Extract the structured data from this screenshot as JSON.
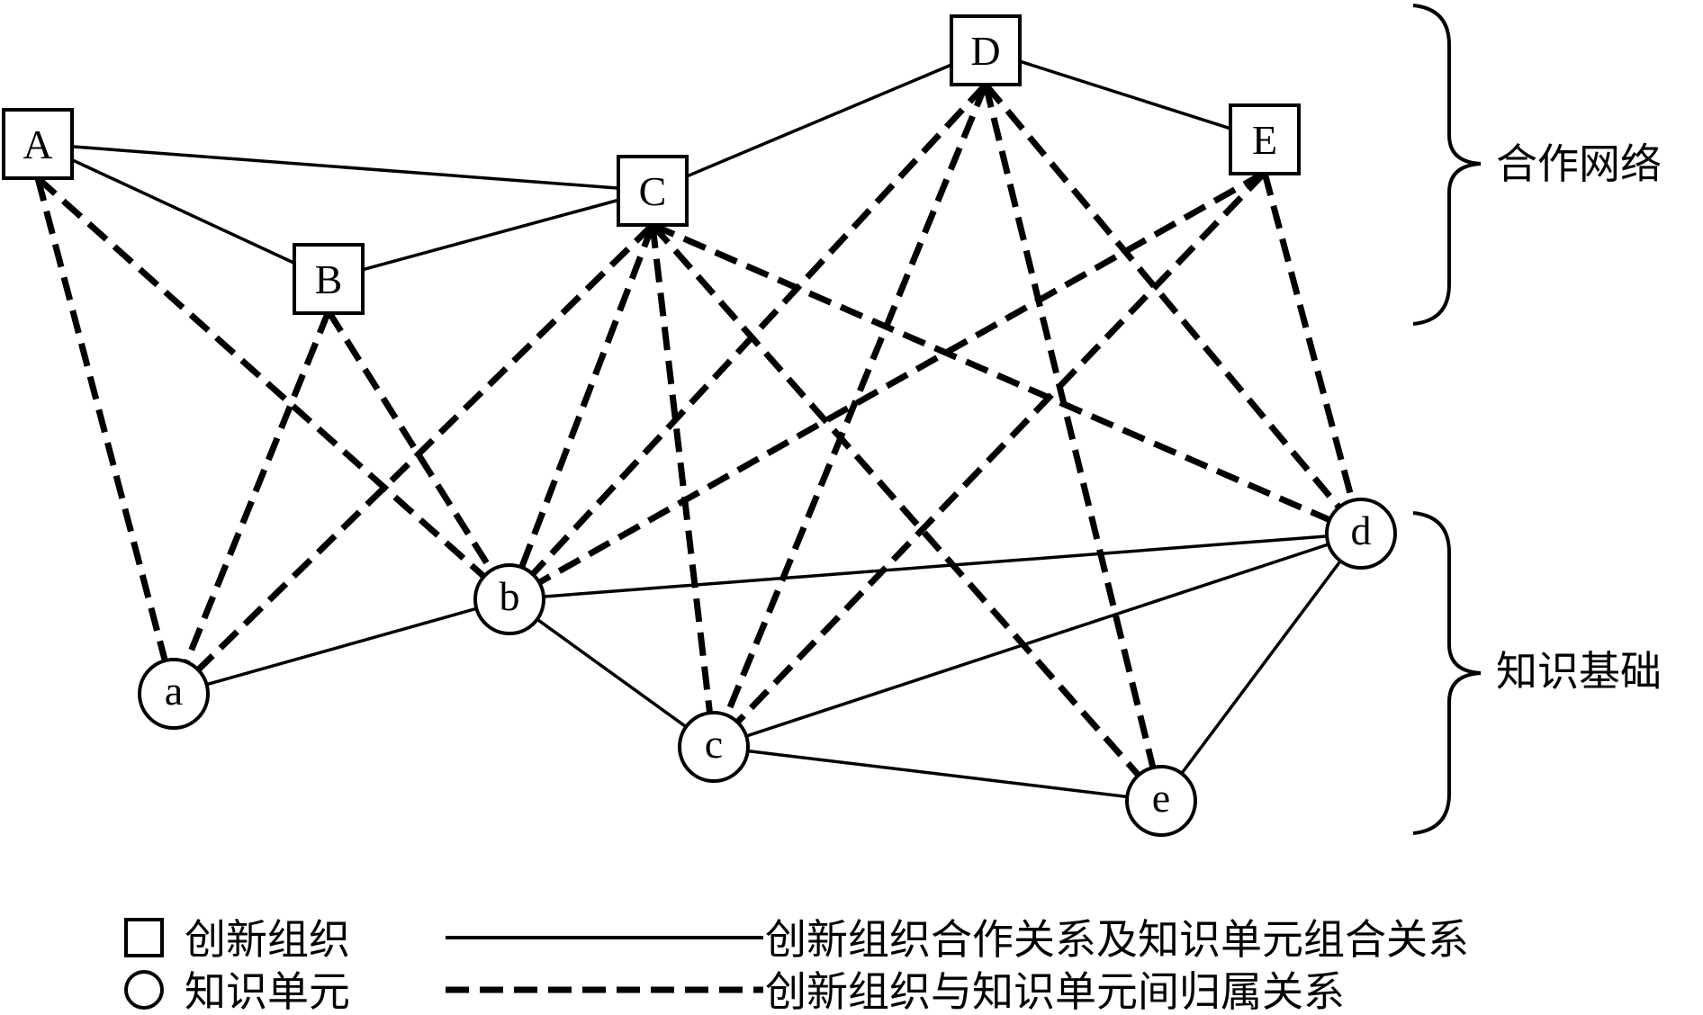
{
  "organizations": [
    {
      "id": "A",
      "label": "A"
    },
    {
      "id": "B",
      "label": "B"
    },
    {
      "id": "C",
      "label": "C"
    },
    {
      "id": "D",
      "label": "D"
    },
    {
      "id": "E",
      "label": "E"
    }
  ],
  "knowledge_units": [
    {
      "id": "a",
      "label": "a"
    },
    {
      "id": "b",
      "label": "b"
    },
    {
      "id": "c",
      "label": "c"
    },
    {
      "id": "d",
      "label": "d"
    },
    {
      "id": "e",
      "label": "e"
    }
  ],
  "solid_edges": [
    [
      "A",
      "C"
    ],
    [
      "A",
      "B"
    ],
    [
      "B",
      "C"
    ],
    [
      "C",
      "D"
    ],
    [
      "D",
      "E"
    ],
    [
      "a",
      "b"
    ],
    [
      "b",
      "d"
    ],
    [
      "b",
      "c"
    ],
    [
      "c",
      "d"
    ],
    [
      "c",
      "e"
    ],
    [
      "d",
      "e"
    ]
  ],
  "dashed_edges": [
    [
      "A",
      "a"
    ],
    [
      "A",
      "b"
    ],
    [
      "B",
      "a"
    ],
    [
      "B",
      "b"
    ],
    [
      "C",
      "a"
    ],
    [
      "C",
      "b"
    ],
    [
      "C",
      "c"
    ],
    [
      "C",
      "e"
    ],
    [
      "C",
      "d"
    ],
    [
      "D",
      "b"
    ],
    [
      "D",
      "c"
    ],
    [
      "D",
      "e"
    ],
    [
      "D",
      "d"
    ],
    [
      "E",
      "b"
    ],
    [
      "E",
      "c"
    ],
    [
      "E",
      "d"
    ]
  ],
  "brackets": {
    "cooperation_label": "合作网络",
    "knowledge_label": "知识基础"
  },
  "legend": {
    "org_label": "创新组织",
    "unit_label": "知识单元",
    "solid_label": "创新组织合作关系及知识单元组合关系",
    "dashed_label": "创新组织与知识单元间归属关系"
  }
}
